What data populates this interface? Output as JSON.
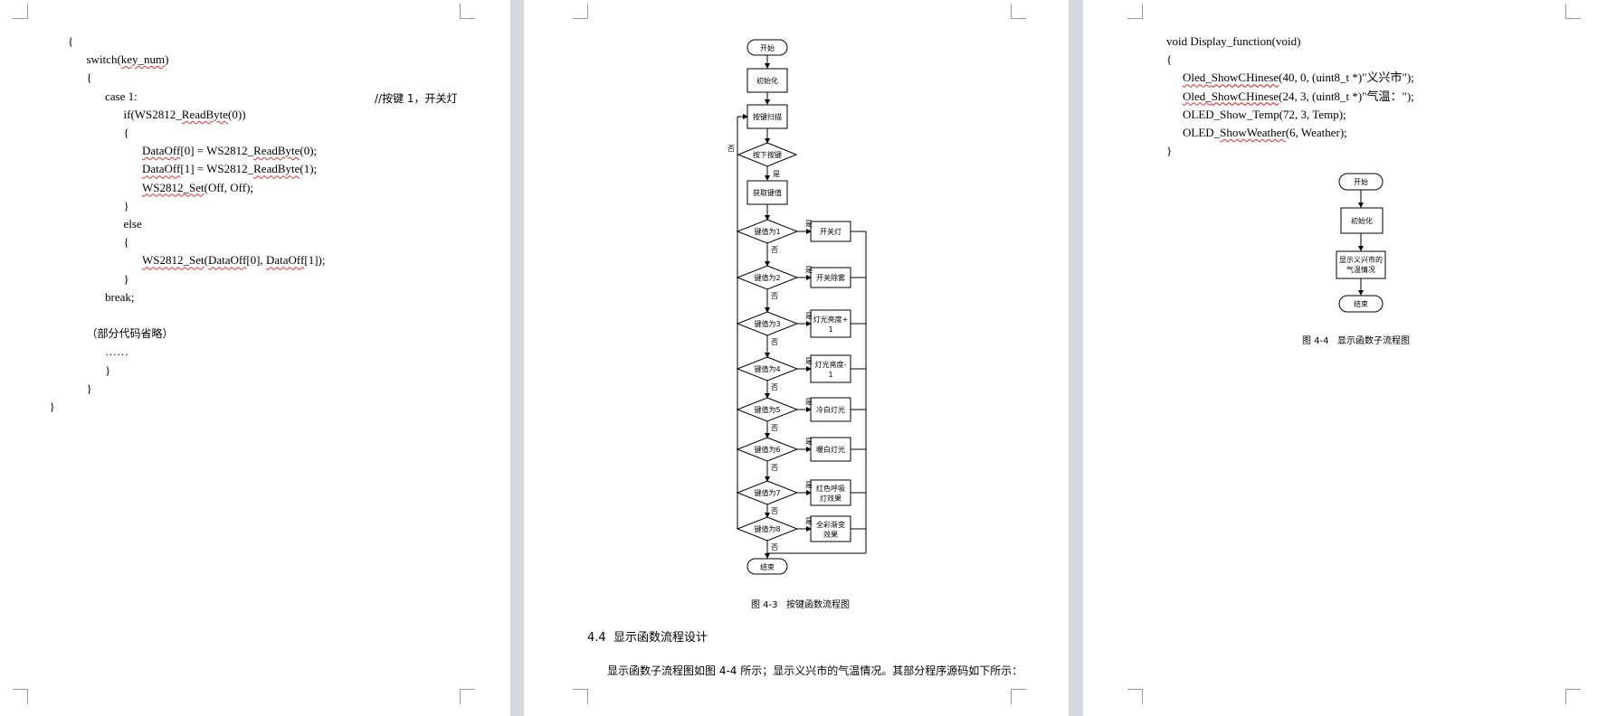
{
  "page1": {
    "code_lines": [
      {
        "indent": 0,
        "text": "{"
      },
      {
        "indent": 1,
        "text": "switch(key_num)"
      },
      {
        "indent": 1,
        "text": "{"
      },
      {
        "indent": 2,
        "text": "case 1:"
      },
      {
        "indent": 3,
        "text": "if(WS2812_ReadByte(0))"
      },
      {
        "indent": 3,
        "text": "{"
      },
      {
        "indent": 4,
        "text": "DataOff[0] = WS2812_ReadByte(0);"
      },
      {
        "indent": 4,
        "text": "DataOff[1] = WS2812_ReadByte(1);"
      },
      {
        "indent": 4,
        "text": "WS2812_Set(Off, Off);"
      },
      {
        "indent": 3,
        "text": "}"
      },
      {
        "indent": 3,
        "text": "else"
      },
      {
        "indent": 3,
        "text": "{"
      },
      {
        "indent": 4,
        "text": "WS2812_Set(DataOff[0], DataOff[1]);"
      },
      {
        "indent": 3,
        "text": "}"
      },
      {
        "indent": 2,
        "text": "break;"
      },
      {
        "indent": 2,
        "text": ""
      },
      {
        "indent": 1,
        "text": "（部分代码省略）"
      },
      {
        "indent": 2,
        "text": "……"
      },
      {
        "indent": 2,
        "text": "}"
      },
      {
        "indent": 1,
        "text": "}"
      },
      {
        "indent": -1,
        "text": "}"
      }
    ],
    "comment": "//按键 1，开关灯"
  },
  "page2": {
    "flowchart": {
      "start": "开始",
      "init": "初始化",
      "scan": "按键扫描",
      "pressed": "按下按键",
      "get_value": "获取键值",
      "yes": "是",
      "no": "否",
      "end": "结束",
      "decisions": [
        "键值为1",
        "键值为2",
        "键值为3",
        "键值为4",
        "键值为5",
        "键值为6",
        "键值为7",
        "键值为8"
      ],
      "actions": [
        [
          "开关灯"
        ],
        [
          "开关除雾"
        ],
        [
          "灯光亮度+",
          "1"
        ],
        [
          "灯光亮度-",
          "1"
        ],
        [
          "冷白灯光"
        ],
        [
          "暖白灯光"
        ],
        [
          "红色呼吸",
          "灯效果"
        ],
        [
          "全彩渐变",
          "效果"
        ]
      ]
    },
    "caption": "图 4-3   按键函数流程图",
    "heading": "4.4  显示函数流程设计",
    "paragraph": "显示函数子流程图如图 4-4 所示；显示义兴市的气温情况。其部分程序源码如下所示："
  },
  "page3": {
    "code_lines": [
      {
        "indent": 0,
        "text": "void Display_function(void)"
      },
      {
        "indent": 0,
        "text": "{"
      },
      {
        "indent": 1,
        "text": "Oled_ShowCHinese(40, 0, (uint8_t *)\"义兴市\");"
      },
      {
        "indent": 1,
        "text": "Oled_ShowCHinese(24, 3, (uint8_t *)\"气温：\");"
      },
      {
        "indent": 1,
        "text": "OLED_Show_Temp(72, 3, Temp);"
      },
      {
        "indent": 1,
        "text": "OLED_ShowWeather(6, Weather);"
      },
      {
        "indent": 0,
        "text": "}"
      }
    ],
    "flowchart": {
      "start": "开始",
      "init": "初始化",
      "display": [
        "显示义兴市的",
        "气温情况"
      ],
      "end": "结束"
    },
    "caption": "图 4-4   显示函数子流程图"
  }
}
